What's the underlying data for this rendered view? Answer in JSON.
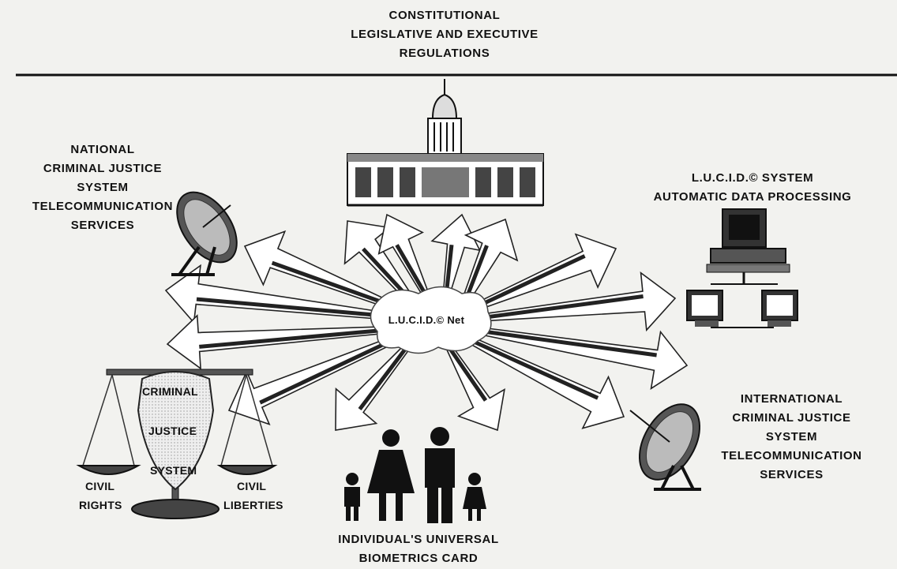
{
  "header": {
    "lines": [
      "CONSTITUTIONAL",
      "LEGISLATIVE AND EXECUTIVE",
      "REGULATIONS"
    ]
  },
  "hub": {
    "label": "L.U.C.I.D.© Net"
  },
  "national": {
    "lines": [
      "NATIONAL",
      "CRIMINAL JUSTICE",
      "SYSTEM",
      "TELECOMMUNICATION",
      "SERVICES"
    ]
  },
  "lucid_system": {
    "lines": [
      "L.U.C.I.D.© SYSTEM",
      "AUTOMATIC DATA PROCESSING"
    ]
  },
  "international": {
    "lines": [
      "INTERNATIONAL",
      "CRIMINAL JUSTICE",
      "SYSTEM",
      "TELECOMMUNICATION",
      "SERVICES"
    ]
  },
  "biometrics": {
    "lines": [
      "INDIVIDUAL'S UNIVERSAL",
      "BIOMETRICS CARD"
    ]
  },
  "justice": {
    "shield_words": [
      "CRIMINAL",
      "JUSTICE",
      "SYSTEM"
    ],
    "left_pan": [
      "CIVIL",
      "RIGHTS"
    ],
    "right_pan": [
      "CIVIL",
      "LIBERTIES"
    ]
  },
  "icons": [
    "capitol-building-icon",
    "satellite-dish-icon",
    "computer-network-icon",
    "family-icon",
    "scales-of-justice-icon",
    "police-shield-icon"
  ]
}
